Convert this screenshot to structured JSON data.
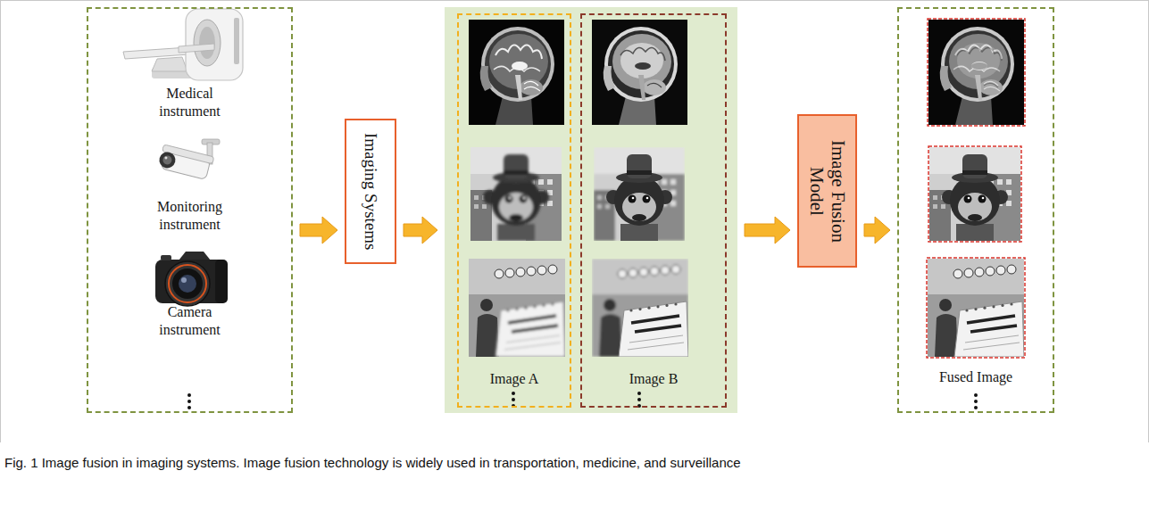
{
  "diagram": {
    "caption": "Fig. 1 Image fusion in imaging systems. Image fusion technology is widely used in transportation, medicine, and surveillance",
    "nodes": [
      {
        "text": [
          "Medical instrument",
          "Monitoring instrument",
          "Camera instrument"
        ]
      },
      {
        "text": [
          "Imaging Systems"
        ]
      },
      {
        "text": []
      },
      {
        "text": [
          "Image A"
        ],
        "in": 2
      },
      {
        "text": [
          "Image B"
        ],
        "in": 2
      },
      {
        "text": [
          "Image Fusion Model"
        ]
      },
      {
        "text": [
          "Fused Image"
        ]
      }
    ],
    "edges": [
      {
        "from": 0,
        "to": 1,
        "arrow": "to"
      },
      {
        "from": 1,
        "to": 2,
        "arrow": "to"
      },
      {
        "from": 2,
        "to": 5,
        "arrow": "to"
      },
      {
        "from": 5,
        "to": 6,
        "arrow": "to"
      }
    ]
  }
}
